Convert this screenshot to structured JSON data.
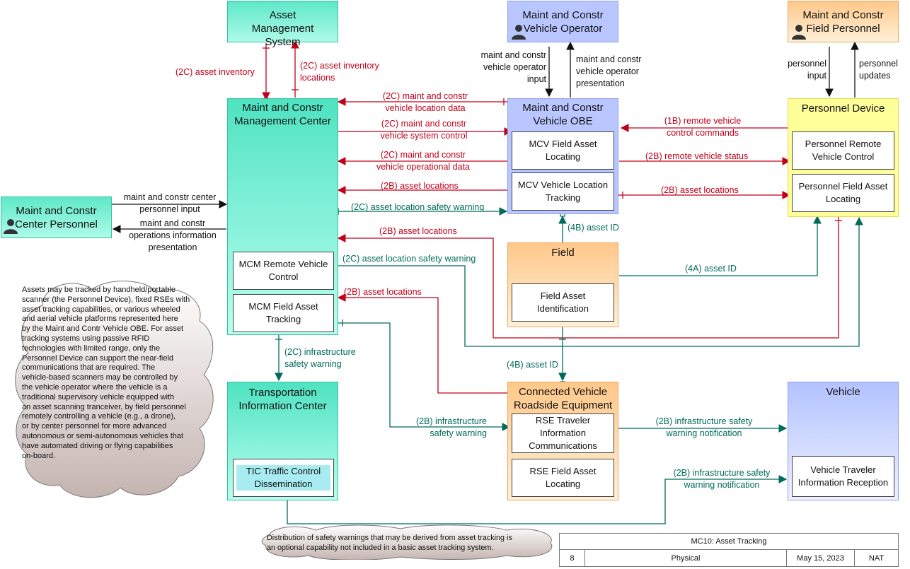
{
  "boxes": {
    "asset_mgmt": "Asset Management System",
    "mcm_center": "Maint and Constr Management Center",
    "mcm_remote": "MCM Remote Vehicle Control",
    "mcm_field": "MCM Field Asset Tracking",
    "mc_personnel": "Maint and Constr Center Personnel",
    "tic": "Transportation Information Center",
    "tic_dissem": "TIC Traffic Control Dissemination",
    "vehicle_operator": "Maint and Constr Vehicle Operator",
    "obe": "Maint and Constr Vehicle OBE",
    "mcv_field": "MCV Field Asset Locating",
    "mcv_loc": "MCV Vehicle Location Tracking",
    "field": "Field",
    "field_id": "Field Asset Identification",
    "cvre": "Connected Vehicle Roadside Equipment",
    "rse_tic": "RSE Traveler Information Communications",
    "rse_field": "RSE Field Asset Locating",
    "field_personnel": "Maint and Constr Field Personnel",
    "pers_device": "Personnel Device",
    "pers_remote": "Personnel Remote Vehicle Control",
    "pers_field": "Personnel Field Asset Locating",
    "vehicle": "Vehicle",
    "veh_tic": "Vehicle Traveler Information Reception"
  },
  "flows": {
    "asset_inventory": "(2C) asset inventory",
    "asset_inventory_locations": "(2C) asset inventory locations",
    "vehicle_location_data": "(2C) maint and constr vehicle location data",
    "vehicle_system_control": "(2C) maint and constr vehicle system control",
    "vehicle_operational_data": "(2C) maint and constr vehicle operational data",
    "asset_locations_obe": "(2B) asset locations",
    "asset_loc_safety_1": "(2C) asset location safety warning",
    "asset_locations_pd": "(2B) asset locations",
    "asset_loc_safety_2": "(2C) asset location safety warning",
    "asset_locations_rse": "(2B) asset locations",
    "infra_safety_2c": "(2C) infrastructure safety warning",
    "infra_safety_2b": "(2B) infrastructure safety warning",
    "infra_notif_1": "(2B) infrastructure safety warning notification",
    "infra_notif_2": "(2B) infrastructure safety warning notification",
    "remote_commands": "(1B) remote vehicle control commands",
    "remote_status": "(2B) remote vehicle status",
    "asset_locations_mcv": "(2B) asset locations",
    "asset_id_4b_top": "(4B) asset ID",
    "asset_id_4a": "(4A) asset ID",
    "asset_id_4b_bottom": "(4B) asset ID",
    "center_pers_input": "maint and constr center personnel input",
    "ops_info_pres": "maint and constr operations information presentation",
    "veh_op_input": "maint and constr vehicle operator input",
    "veh_op_pres": "maint and constr vehicle operator presentation",
    "pers_input": "personnel input",
    "pers_updates": "personnel updates"
  },
  "notes": {
    "cloud_lines": [
      "Assets may be tracked by handheld/portable",
      "scanner (the Personnel Device), fixed RSEs with",
      "asset tracking capabilities, or various wheeled",
      "and aerial vehicle platforms represented here",
      "by the Maint and Contr Vehicle OBE.  For asset",
      "tracking systems using passive RFID",
      "technologies with limited range, only the",
      "Personnel Device can support the near-field",
      "communications that are required.  The",
      "vehicle-based scanners may be controlled by",
      "the vehicle operator where the vehicle is a",
      "traditional supervisory vehicle equipped with",
      "an asset scanning tranceiver, by field personnel",
      "remotely controlling a vehicle (e.g., a drone),",
      "or by center personnel for more advanced",
      "autonomous or semi-autonomous vehicles that",
      "have automated driving or flying capabilities",
      "on-board."
    ],
    "bottom_lines": [
      "Distribution of safety warnings that may be derived from asset tracking is",
      "an optional capability not included in a basic asset tracking system."
    ]
  },
  "title_block": {
    "title": "MC10: Asset Tracking",
    "page": "8",
    "view": "Physical",
    "date": "May 15, 2023",
    "org": "NAT"
  },
  "colors": {
    "center": "#4fe3c1",
    "vehicle_blue": "#b9c6ff",
    "field_orange": "#ffc88a",
    "personnel_yellow": "#ffff99",
    "flow_red": "#c0001a",
    "flow_green": "#006b5a"
  },
  "icons": [
    "person-icon"
  ]
}
